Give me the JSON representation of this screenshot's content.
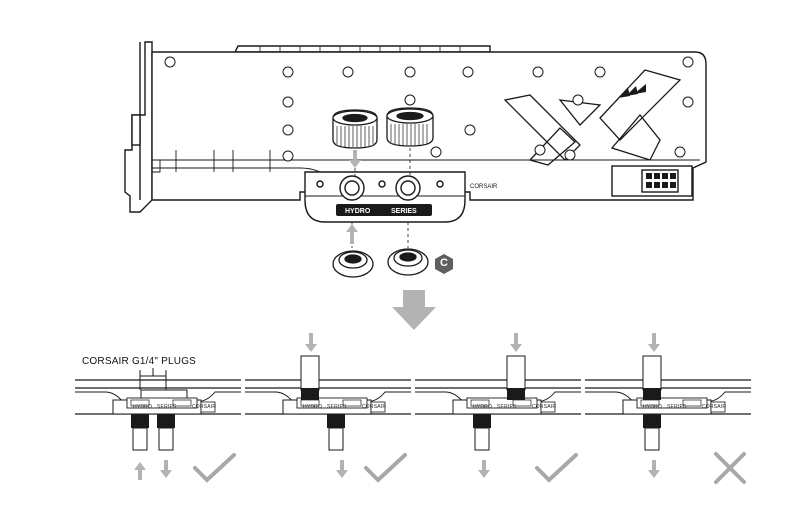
{
  "main_diagram": {
    "block_text": "HYDRO",
    "block_text_series": "SERIES",
    "brand": "CORSAIR",
    "badge": "C"
  },
  "steps": {
    "plugs_label": "CORSAIR G1/4\" PLUGS",
    "panels": [
      {
        "result": "correct",
        "result_icon": "check-icon"
      },
      {
        "result": "correct",
        "result_icon": "check-icon"
      },
      {
        "result": "correct",
        "result_icon": "check-icon"
      },
      {
        "result": "incorrect",
        "result_icon": "cross-icon"
      }
    ],
    "panel_block_text": "HYDRO",
    "panel_block_series": "SERIES",
    "panel_brand": "CORSAIR"
  },
  "colors": {
    "line": "#1a1a1a",
    "gray_arrow": "#b3b3b3",
    "gray_icon": "#a8a8a8",
    "badge_fill": "#5f5f5f",
    "dark_fitting": "#222222"
  }
}
